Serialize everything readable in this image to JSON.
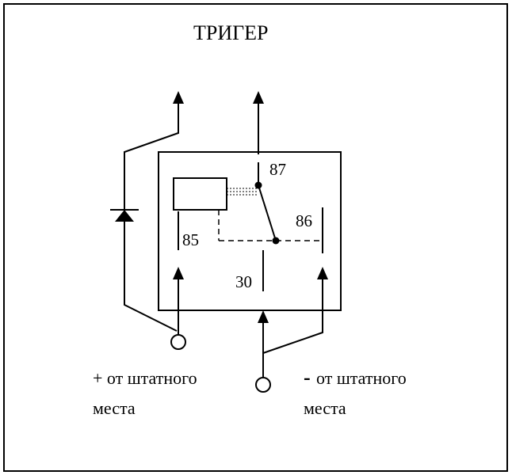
{
  "title": "ТРИГЕР",
  "pins": {
    "p87": "87",
    "p86": "86",
    "p85": "85",
    "p30": "30"
  },
  "notes": {
    "plus_line1": "+ от штатного",
    "plus_line2": "места",
    "minus_sign": "-",
    "minus_line1": "от штатного",
    "minus_line2": "места"
  }
}
